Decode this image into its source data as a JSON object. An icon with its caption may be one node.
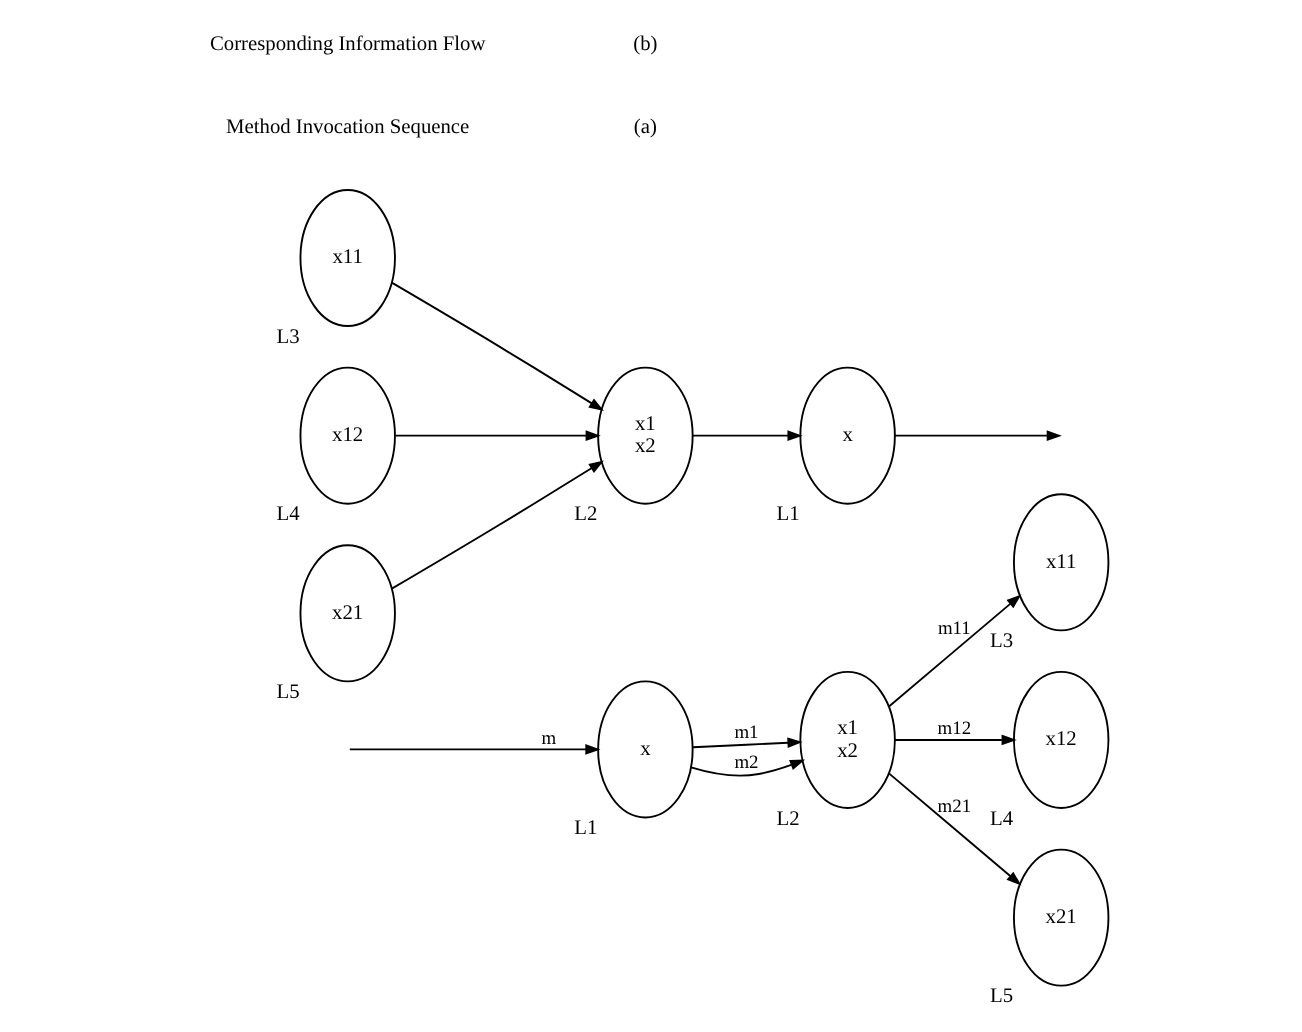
{
  "diagram": {
    "nodes": [
      {
        "text": [
          "x"
        ],
        "beside": [
          "L1"
        ]
      },
      {
        "text": [
          "x1",
          "x2"
        ],
        "beside": [
          "L2"
        ]
      },
      {
        "text": [
          "x11"
        ],
        "beside": [
          "L3"
        ]
      },
      {
        "text": [
          "x12"
        ],
        "beside": [
          "L4"
        ]
      },
      {
        "text": [
          "x21"
        ],
        "beside": [
          "L5"
        ]
      },
      {
        "text": [
          "x"
        ],
        "beside": [
          "L1"
        ]
      },
      {
        "text": [
          "x1",
          "x2"
        ],
        "beside": [
          "L2"
        ]
      },
      {
        "text": [
          "x11"
        ],
        "beside": [
          "L3"
        ]
      },
      {
        "text": [
          "x12"
        ],
        "beside": [
          "L4"
        ]
      },
      {
        "text": [
          "x21"
        ],
        "beside": [
          "L5"
        ]
      }
    ],
    "edges": [
      {
        "from": null,
        "to": 0,
        "arrow": "to",
        "label": "m"
      },
      {
        "from": 0,
        "to": 1,
        "arrow": "to",
        "label": "m1"
      },
      {
        "from": 0,
        "to": 1,
        "arrow": "to",
        "label": "m2"
      },
      {
        "from": 1,
        "to": 2,
        "arrow": "to",
        "label": "m11"
      },
      {
        "from": 1,
        "to": 3,
        "arrow": "to",
        "label": "m12"
      },
      {
        "from": 1,
        "to": 4,
        "arrow": "to",
        "label": "m21"
      },
      {
        "from": 7,
        "to": 6,
        "arrow": "to"
      },
      {
        "from": 8,
        "to": 6,
        "arrow": "to"
      },
      {
        "from": 9,
        "to": 6,
        "arrow": "to"
      },
      {
        "from": 6,
        "to": 5,
        "arrow": "to"
      },
      {
        "from": 5,
        "to": null,
        "arrow": "to"
      }
    ],
    "labels": [
      "Method Invocation Sequence",
      "(a)",
      "Corresponding Information Flow",
      "(b)"
    ]
  }
}
